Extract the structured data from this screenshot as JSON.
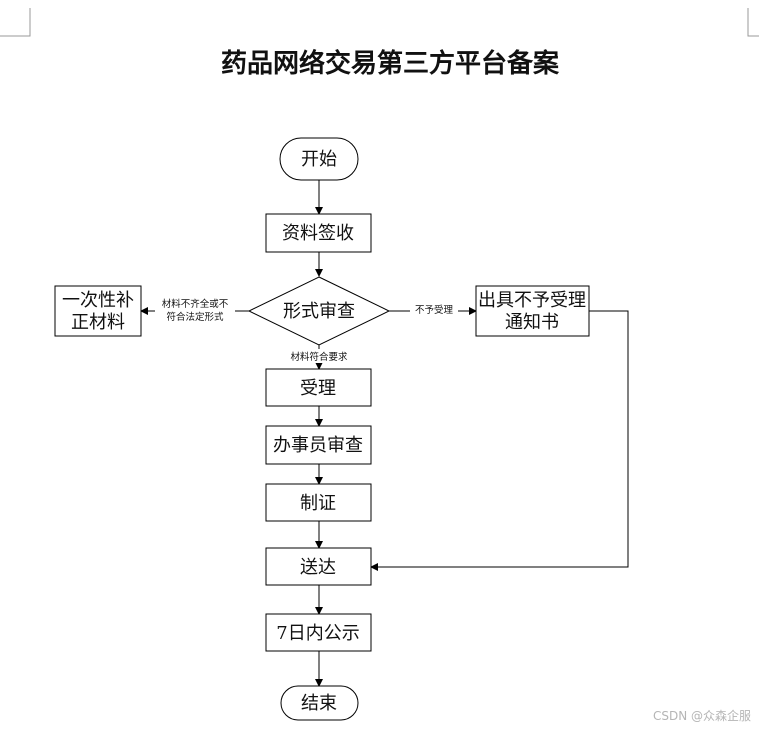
{
  "title": "药品网络交易第三方平台备案",
  "nodes": {
    "start": "开始",
    "receive": "资料签收",
    "review": "形式审查",
    "supplement_line1": "一次性补",
    "supplement_line2": "正材料",
    "reject_line1": "出具不予受理",
    "reject_line2": "通知书",
    "accept": "受理",
    "staff_review": "办事员审查",
    "certificate": "制证",
    "deliver": "送达",
    "publicity": "7日内公示",
    "end": "结束"
  },
  "edge_labels": {
    "incomplete_line1": "材料不齐全或不",
    "incomplete_line2": "符合法定形式",
    "not_accepted": "不予受理",
    "qualified": "材料符合要求"
  },
  "watermark": "CSDN @众森企服"
}
